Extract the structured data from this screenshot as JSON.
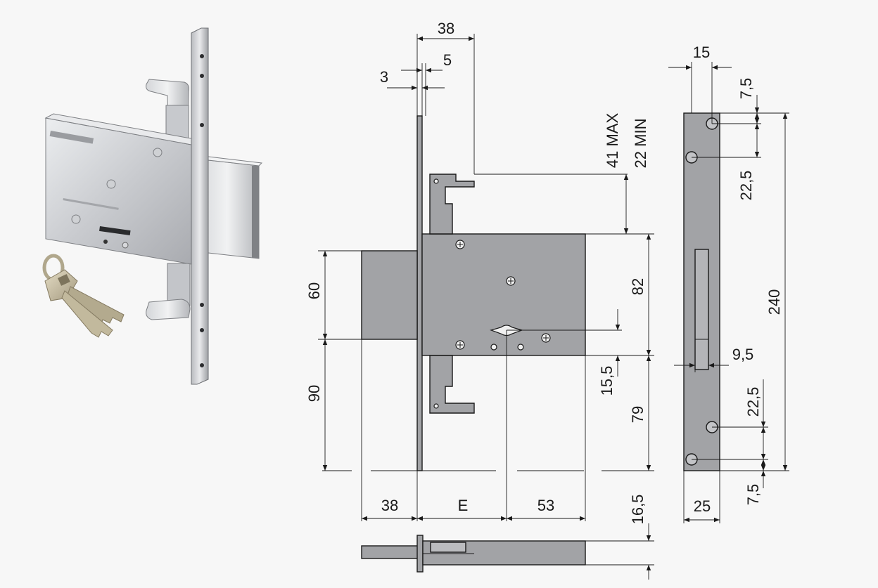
{
  "colors": {
    "background": "#f7f7f7",
    "metal_fill": "#a2a3a6",
    "line": "#1a1a1a",
    "steel_light": "#dcdde0",
    "steel_dark": "#8e9094"
  },
  "icons": [
    "key-icon",
    "screw-icon",
    "keyhole-icon"
  ],
  "dimensions": {
    "top_width": "38",
    "top_offset": "5",
    "plate_thickness": "3",
    "backset_max": "41 MAX",
    "backset_min": "22 MIN",
    "bolt_height": "60",
    "lower_height": "90",
    "body_height": "82",
    "key_offset": "15,5",
    "lower_body": "79",
    "bolt_projection": "38",
    "backset": "E",
    "body_depth": "53",
    "body_thickness": "16,5",
    "strike_width": "15",
    "strike_top": "7,5",
    "strike_hole_spacing_top": "22,5",
    "strike_height": "240",
    "strike_slot": "9,5",
    "strike_hole_spacing_bottom": "22,5",
    "strike_bottom": "7,5",
    "strike_plate_width": "25"
  }
}
